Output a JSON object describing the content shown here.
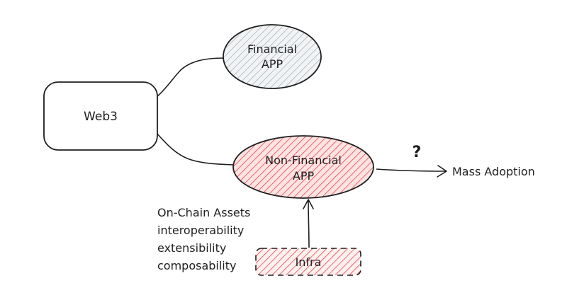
{
  "nodes": {
    "web3": {
      "label": "Web3"
    },
    "financial_app": {
      "label_line1": "Financial",
      "label_line2": "APP",
      "fill": "#ced4da"
    },
    "non_financial_app": {
      "label_line1": "Non-Financial",
      "label_line2": "APP",
      "fill": "#ffc9c9"
    },
    "infra": {
      "label": "Infra",
      "fill": "#ffc9c9"
    },
    "mass_adoption": {
      "label": "Mass Adoption"
    }
  },
  "question_mark": "?",
  "infra_notes": [
    "On-Chain Assets",
    "interoperability",
    "extensibility",
    "composability"
  ],
  "colors": {
    "stroke": "#1e1e1e",
    "hatch_red": "#e03131",
    "hatch_gray": "#868e96"
  }
}
